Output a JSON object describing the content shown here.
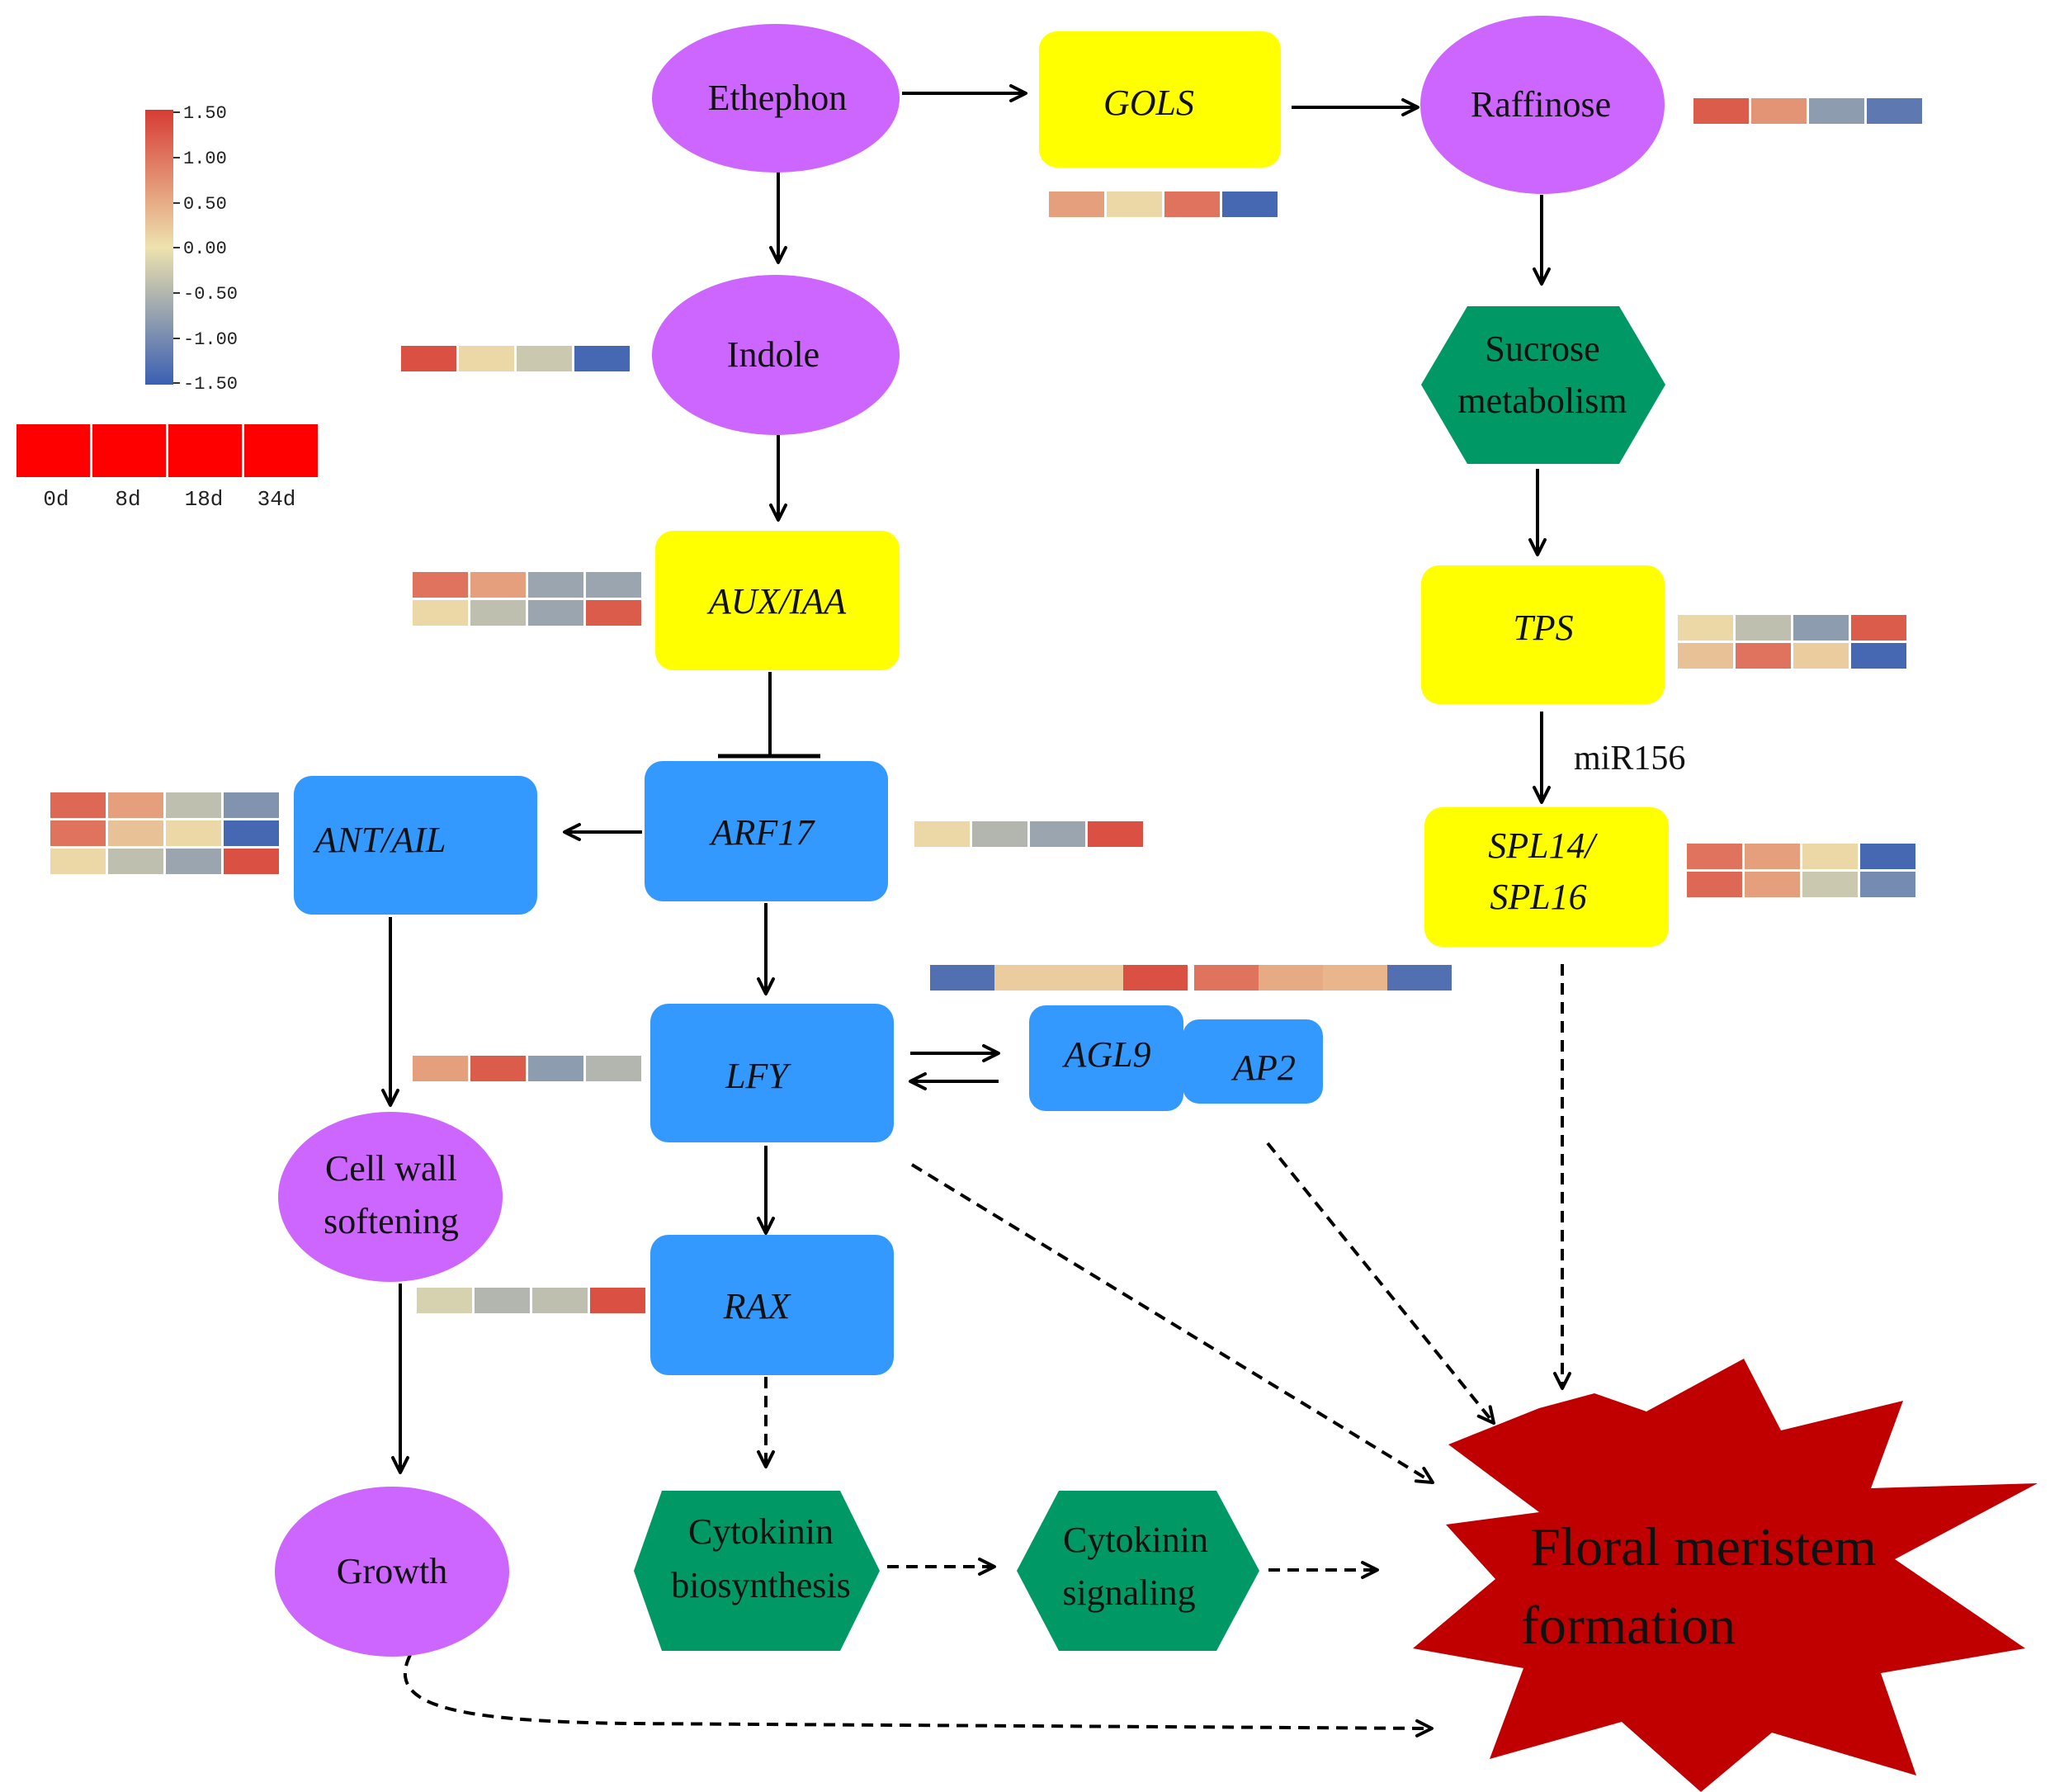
{
  "colors": {
    "metabolite": "#cc66ff",
    "gene_yellow": "#ffff00",
    "gene_blue": "#3399ff",
    "process": "#009966",
    "target": "#c00000",
    "heat_high": "#d73b34",
    "heat_mid": "#eee2ae",
    "heat_low": "#3a5fb2"
  },
  "legend": {
    "ticks": [
      "1.50",
      "1.00",
      "0.50",
      "0.00",
      "-0.50",
      "-1.00",
      "-1.50"
    ],
    "days": [
      "0d",
      "8d",
      "18d",
      "34d"
    ]
  },
  "nodes": {
    "ethephon": {
      "text": "Ethephon",
      "shape": "ellipse",
      "color": "metabolite"
    },
    "gols": {
      "text": "GOLS",
      "shape": "rounded-rect",
      "color": "gene_yellow"
    },
    "raffinose": {
      "text": "Raffinose",
      "shape": "ellipse",
      "color": "metabolite"
    },
    "indole": {
      "text": "Indole",
      "shape": "ellipse",
      "color": "metabolite"
    },
    "sucrose": {
      "line1": "Sucrose",
      "line2": "metabolism",
      "shape": "hexagon",
      "color": "process"
    },
    "aux": {
      "text": "AUX/IAA",
      "shape": "rounded-rect",
      "color": "gene_yellow"
    },
    "tps": {
      "text": "TPS",
      "shape": "rounded-rect",
      "color": "gene_yellow"
    },
    "arf17": {
      "text": "ARF17",
      "shape": "rounded-rect",
      "color": "gene_blue"
    },
    "ant": {
      "text": "ANT/AIL",
      "shape": "rounded-rect",
      "color": "gene_blue"
    },
    "spl": {
      "line1": "SPL14/",
      "line2": "SPL16",
      "shape": "rounded-rect",
      "color": "gene_yellow"
    },
    "lfy": {
      "text": "LFY",
      "shape": "rounded-rect",
      "color": "gene_blue"
    },
    "agl9": {
      "text": "AGL9",
      "shape": "rounded-rect",
      "color": "gene_blue"
    },
    "ap2": {
      "text": "AP2",
      "shape": "rounded-rect",
      "color": "gene_blue"
    },
    "cellwall": {
      "line1": "Cell wall",
      "line2": "softening",
      "shape": "ellipse",
      "color": "metabolite"
    },
    "rax": {
      "text": "RAX",
      "shape": "rounded-rect",
      "color": "gene_blue"
    },
    "growth": {
      "text": "Growth",
      "shape": "ellipse",
      "color": "metabolite"
    },
    "cytobio": {
      "line1": "Cytokinin",
      "line2": "biosynthesis",
      "shape": "hexagon",
      "color": "process"
    },
    "cytosig": {
      "line1": "Cytokinin",
      "line2": "signaling",
      "shape": "hexagon",
      "color": "process"
    },
    "floral": {
      "line1": "Floral meristem",
      "line2": "formation",
      "shape": "star",
      "color": "target"
    }
  },
  "edge_labels": {
    "mir156": "miR156"
  },
  "edges": [
    {
      "from": "ethephon",
      "to": "gols",
      "style": "solid",
      "type": "activation"
    },
    {
      "from": "gols",
      "to": "raffinose",
      "style": "solid",
      "type": "activation"
    },
    {
      "from": "ethephon",
      "to": "indole",
      "style": "solid",
      "type": "activation"
    },
    {
      "from": "indole",
      "to": "aux",
      "style": "solid",
      "type": "activation"
    },
    {
      "from": "raffinose",
      "to": "sucrose",
      "style": "solid",
      "type": "activation"
    },
    {
      "from": "sucrose",
      "to": "tps",
      "style": "solid",
      "type": "activation"
    },
    {
      "from": "tps",
      "to": "spl",
      "style": "solid",
      "type": "activation",
      "label": "miR156"
    },
    {
      "from": "aux",
      "to": "arf17",
      "style": "solid",
      "type": "inhibition"
    },
    {
      "from": "arf17",
      "to": "ant",
      "style": "solid",
      "type": "activation"
    },
    {
      "from": "arf17",
      "to": "lfy",
      "style": "solid",
      "type": "activation"
    },
    {
      "from": "lfy",
      "to": "agl9",
      "style": "solid",
      "type": "activation"
    },
    {
      "from": "agl9",
      "to": "lfy",
      "style": "solid",
      "type": "activation"
    },
    {
      "from": "ant",
      "to": "cellwall",
      "style": "solid",
      "type": "activation"
    },
    {
      "from": "cellwall",
      "to": "growth",
      "style": "solid",
      "type": "activation"
    },
    {
      "from": "lfy",
      "to": "rax",
      "style": "solid",
      "type": "activation"
    },
    {
      "from": "rax",
      "to": "cytobio",
      "style": "dashed",
      "type": "activation"
    },
    {
      "from": "cytobio",
      "to": "cytosig",
      "style": "dashed",
      "type": "activation"
    },
    {
      "from": "cytosig",
      "to": "floral",
      "style": "dashed",
      "type": "activation"
    },
    {
      "from": "lfy",
      "to": "floral",
      "style": "dashed",
      "type": "activation"
    },
    {
      "from": "ap2",
      "to": "floral",
      "style": "dashed",
      "type": "activation"
    },
    {
      "from": "spl",
      "to": "floral",
      "style": "dashed",
      "type": "activation"
    },
    {
      "from": "growth",
      "to": "floral",
      "style": "dashed",
      "type": "activation"
    }
  ],
  "heatmaps": [
    {
      "node": "legend",
      "rows": [
        [
          1.5,
          1.5,
          1.5,
          1.5
        ]
      ]
    },
    {
      "node": "gols",
      "rows": [
        [
          0.6,
          0.1,
          1.0,
          -1.4
        ]
      ]
    },
    {
      "node": "raffinose",
      "rows": [
        [
          1.2,
          0.7,
          -0.8,
          -1.2
        ]
      ]
    },
    {
      "node": "indole",
      "rows": [
        [
          1.3,
          0.1,
          -0.3,
          -1.4
        ]
      ]
    },
    {
      "node": "aux",
      "rows": [
        [
          1.0,
          0.6,
          -0.7,
          -0.7
        ],
        [
          0.1,
          -0.4,
          -0.7,
          1.2
        ]
      ]
    },
    {
      "node": "tps",
      "rows": [
        [
          0.1,
          -0.4,
          -0.8,
          1.2
        ],
        [
          0.3,
          1.0,
          0.2,
          -1.4
        ]
      ]
    },
    {
      "node": "ant",
      "rows": [
        [
          1.1,
          0.6,
          -0.4,
          -0.9
        ],
        [
          1.0,
          0.3,
          0.1,
          -1.4
        ],
        [
          0.1,
          -0.4,
          -0.7,
          1.3
        ]
      ]
    },
    {
      "node": "arf17",
      "rows": [
        [
          0.1,
          -0.5,
          -0.7,
          1.3
        ]
      ]
    },
    {
      "node": "spl",
      "rows": [
        [
          1.0,
          0.6,
          0.1,
          -1.4
        ],
        [
          1.1,
          0.6,
          -0.3,
          -1.0
        ]
      ]
    },
    {
      "node": "agl9",
      "rows": [
        [
          -1.3,
          0.2,
          0.2,
          1.3
        ]
      ]
    },
    {
      "node": "ap2",
      "rows": [
        [
          1.0,
          0.5,
          0.4,
          -1.3
        ]
      ]
    },
    {
      "node": "lfy",
      "rows": [
        [
          0.6,
          1.2,
          -0.8,
          -0.5
        ]
      ]
    },
    {
      "node": "rax",
      "rows": [
        [
          -0.2,
          -0.5,
          -0.4,
          1.3
        ]
      ]
    }
  ]
}
